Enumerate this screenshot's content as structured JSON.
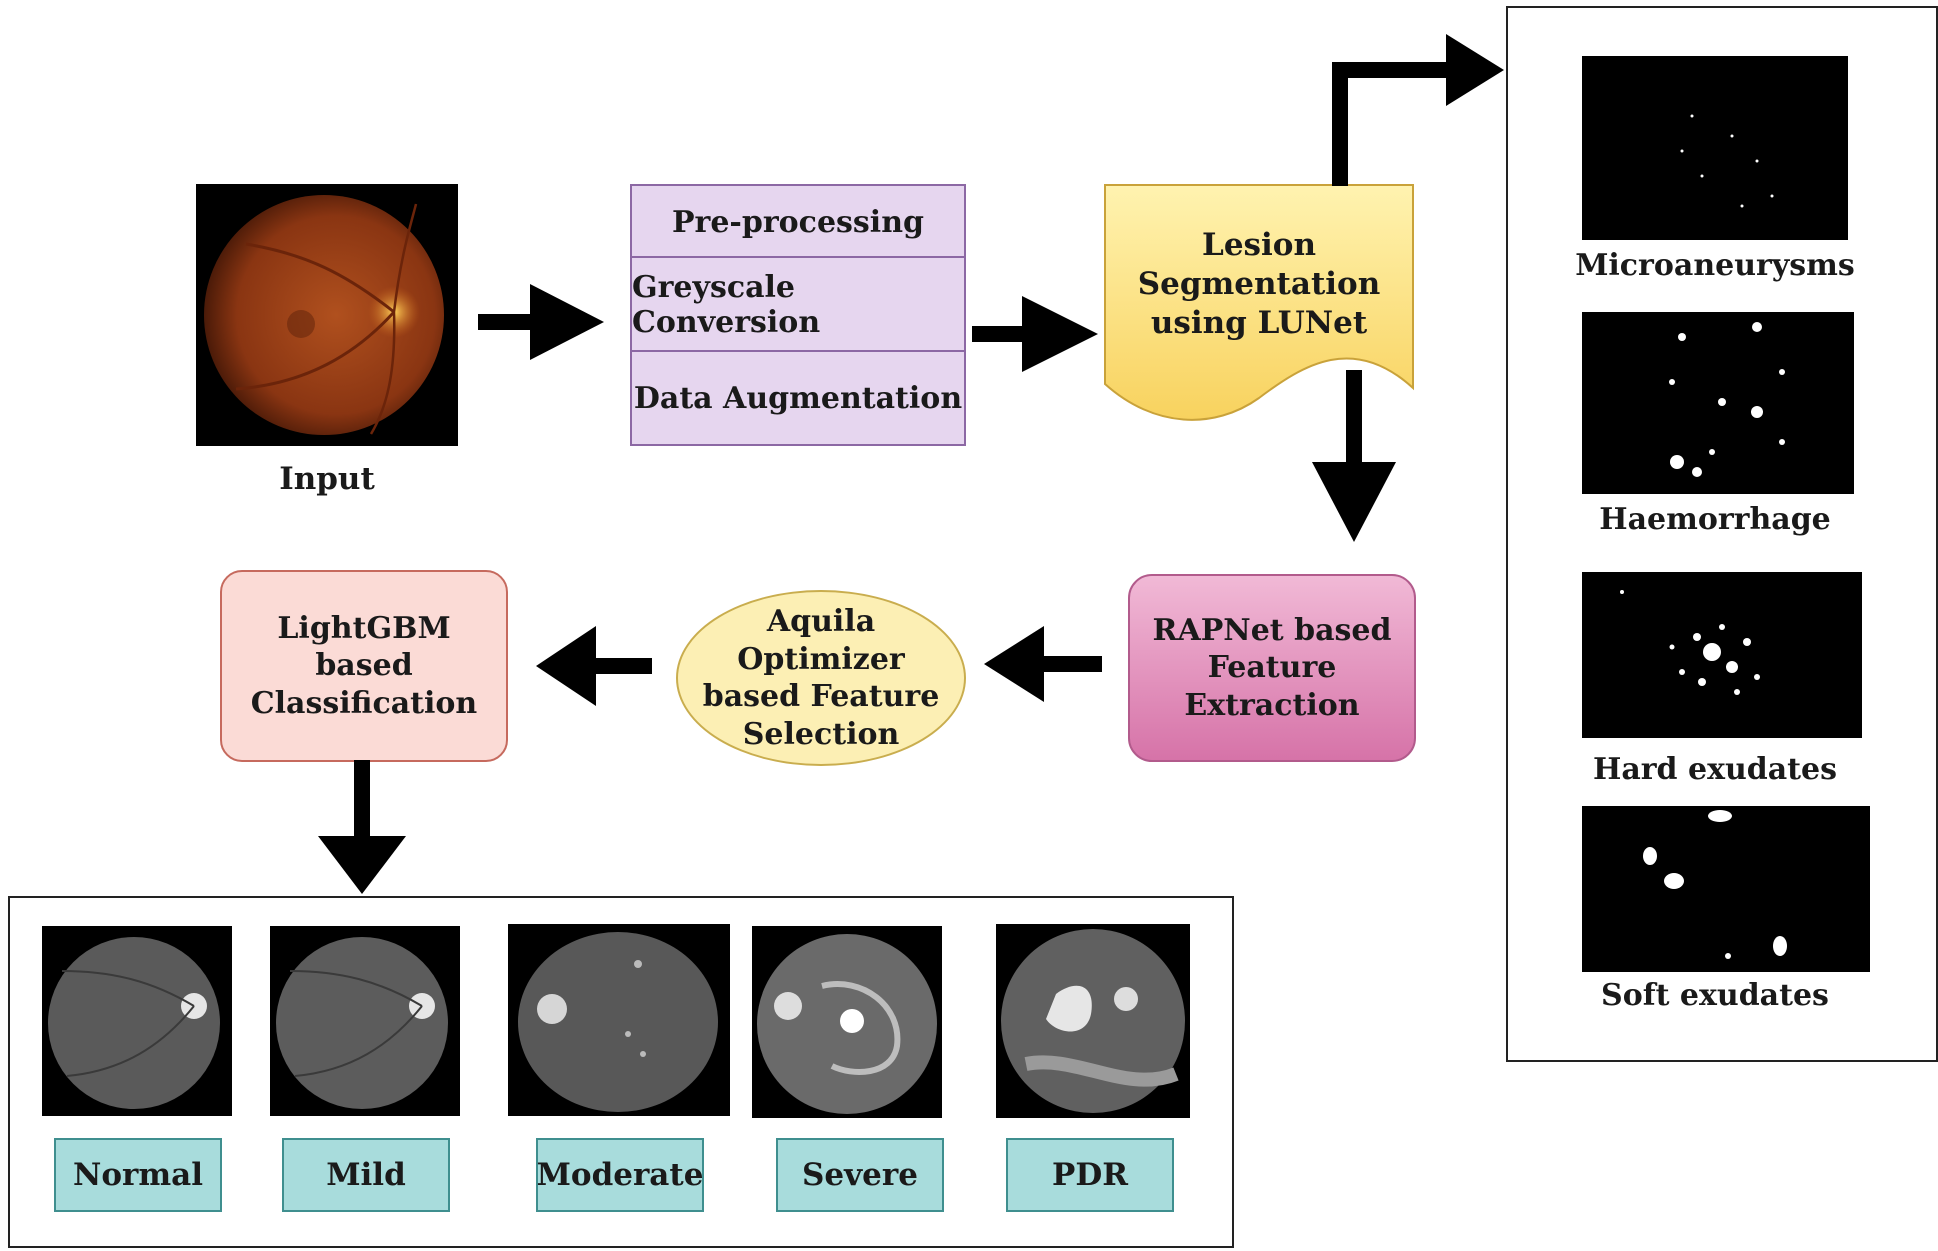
{
  "input": {
    "label": "Input"
  },
  "preprocessing": {
    "steps": [
      "Pre-processing",
      "Greyscale Conversion",
      "Data Augmentation"
    ]
  },
  "segmentation": {
    "label": "Lesion Segmentation using LUNet"
  },
  "feature_extraction": {
    "label": "RAPNet based Feature Extraction"
  },
  "feature_selection": {
    "label": "Aquila Optimizer based Feature Selection"
  },
  "classification": {
    "label": "LightGBM based Classification"
  },
  "lesions": [
    "Microaneurysms",
    "Haemorrhage",
    "Hard exudates",
    "Soft exudates"
  ],
  "grades": [
    "Normal",
    "Mild",
    "Moderate",
    "Severe",
    "PDR"
  ],
  "colors": {
    "preprocessing_fill": "#e6d6ef",
    "segmentation_fill": "#fde68a",
    "feature_extraction_fill": "#e18ab8",
    "feature_selection_fill": "#fcefb4",
    "classification_fill": "#fbdbd6",
    "grade_label_fill": "#a8dcdc"
  }
}
